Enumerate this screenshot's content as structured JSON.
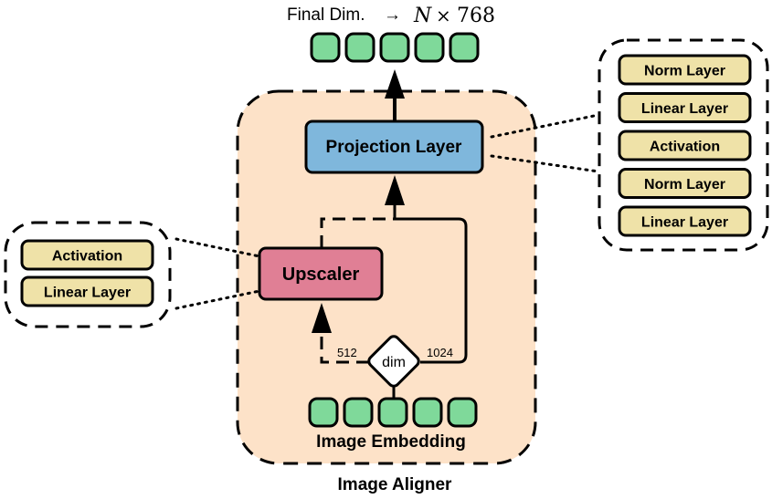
{
  "title": {
    "prefix": "Final Dim.",
    "arrow": "→",
    "formula_var": "N",
    "formula_times": "×",
    "formula_num": "768"
  },
  "aligner": {
    "label": "Image Aligner",
    "projection_label": "Projection Layer",
    "upscaler_label": "Upscaler",
    "dim_label": "dim",
    "branch_left_value": "512",
    "branch_right_value": "1024",
    "embedding_label": "Image Embedding"
  },
  "upscaler_detail": {
    "items": [
      "Activation",
      "Linear Layer"
    ]
  },
  "projection_detail": {
    "items": [
      "Norm Layer",
      "Linear Layer",
      "Activation",
      "Norm Layer",
      "Linear Layer"
    ]
  },
  "tokens": {
    "output_count": 5,
    "embedding_count": 5
  },
  "colors": {
    "aligner_fill": "#fde2c8",
    "projection_fill": "#7fb7dc",
    "upscaler_fill": "#e07f95",
    "layer_fill": "#efe2a8",
    "token_fill": "#7fd99a"
  }
}
